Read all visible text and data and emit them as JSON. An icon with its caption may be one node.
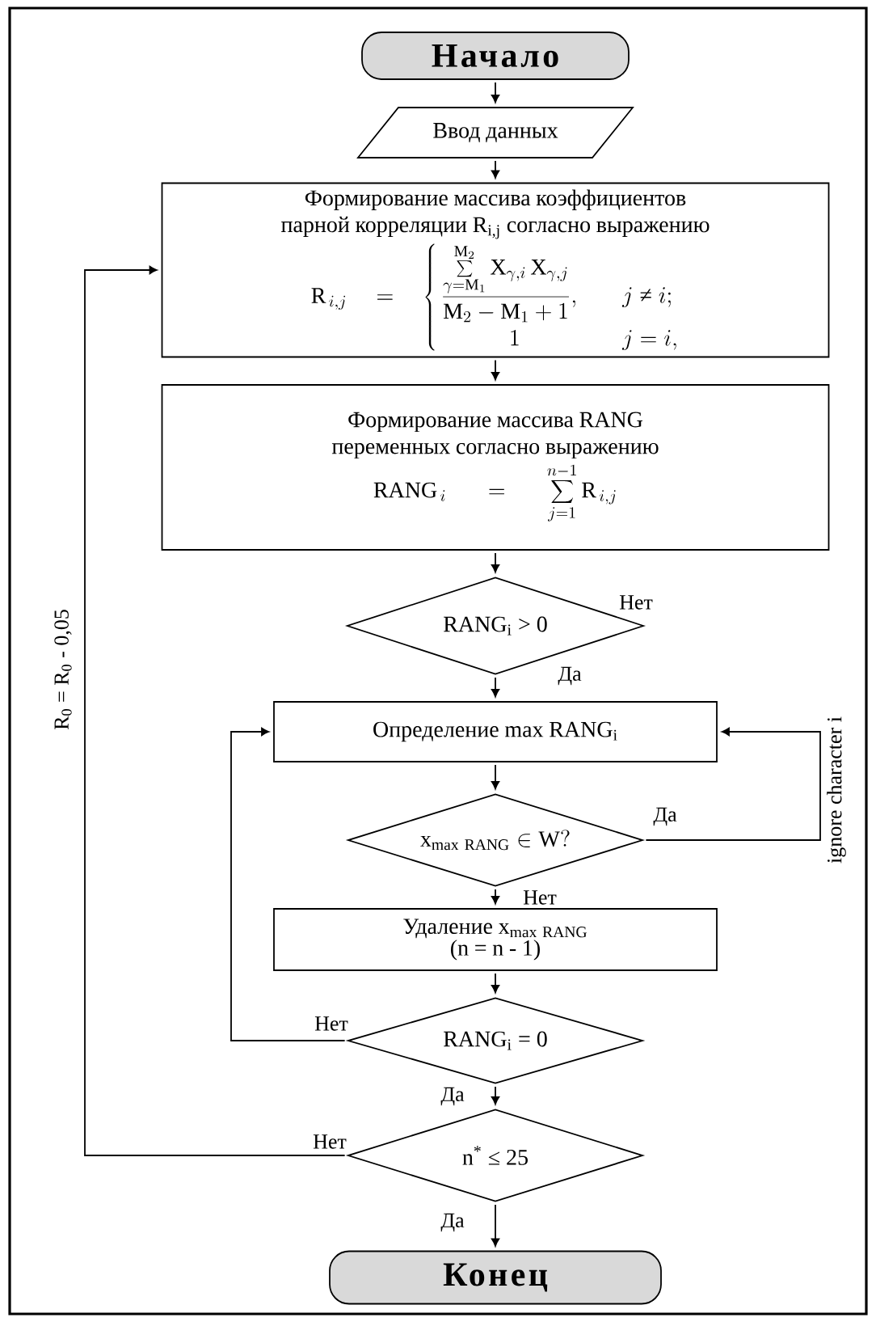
{
  "diagram": {
    "nodes": [
      {
        "text": [
          "Начало"
        ]
      },
      {
        "text": [
          "Ввод данных"
        ]
      },
      {
        "text": [
          "Формирование массива коэффициентов парной корреляции R$_{i,j}$ согласно выражению",
          "\\mathrm{R}_{\\,i,j}=\\cases{\\displaystyle{\\sum\\limits_{\\gamma=\\mathrm{M}_1}^{\\mathrm{M}_2}\\mathrm{X}_{\\gamma,i}\\,\\mathrm{X}_{\\gamma,j}\\over\\mathrm{M}_2-\\mathrm{M}_1+1}, & \\quad$j\\mathrel{\\mathrm{≠}}i;$\\cr \\noalign{\\vskip4pt} \\qquad\\quad 1 & \\quad$j=i,$\\cr}"
        ]
      },
      {
        "text": [
          "Формирование массива RANG переменных согласно выражению",
          "\\mathrm{RANG}_{\\,i}=\\sum_{j=1}^{n-1}\\mathrm{R}_{\\,i,j}"
        ]
      },
      {
        "text": [
          "RANG$_{i}$ > 0"
        ]
      },
      {
        "text": [
          "Определение max RANG$_{i}$"
        ]
      },
      {
        "text": [
          "\\mathrm{x}_{\\mathrm{max\\ RANG}}\\in\\mathrm{W?}"
        ]
      },
      {
        "text": [
          "Удаление",
          "\\mathrm{x}_{\\mathrm{max\\ RANG}}",
          "(n = n - 1)"
        ]
      },
      {
        "text": [
          "RANG$_{i}$ = 0"
        ]
      },
      {
        "text": [
          "n$^{*}$ ≤ 25"
        ]
      },
      {
        "text": [
          "Конец"
        ]
      }
    ],
    "edges": [
      {
        "from": 0,
        "to": 1,
        "arrow": "to"
      },
      {
        "from": 1,
        "to": 2,
        "arrow": "to"
      },
      {
        "from": 2,
        "to": 3,
        "arrow": "to"
      },
      {
        "from": 3,
        "to": 4,
        "arrow": "to"
      },
      {
        "from": 4,
        "to": 5,
        "arrow": "to",
        "label": "Да"
      },
      {
        "from": 5,
        "to": 6,
        "arrow": "to"
      },
      {
        "from": 6,
        "to": 5,
        "arrow": "to",
        "label": "Да"
      },
      {
        "from": 6,
        "to": 7,
        "arrow": "to",
        "label": "Нет"
      },
      {
        "from": 7,
        "to": 8,
        "arrow": "to"
      },
      {
        "from": 8,
        "to": 5,
        "arrow": "to",
        "label": "Нет"
      },
      {
        "from": 8,
        "to": 9,
        "arrow": "to",
        "label": "Да"
      },
      {
        "from": 9,
        "to": 2,
        "arrow": "to",
        "label": "Нет"
      },
      {
        "from": 9,
        "to": 10,
        "arrow": "to",
        "label": "Да"
      }
    ],
    "labels": [
      "Нет",
      "ignore character i",
      "R$_{0}$ = R$_{0}$ - 0,05"
    ]
  }
}
